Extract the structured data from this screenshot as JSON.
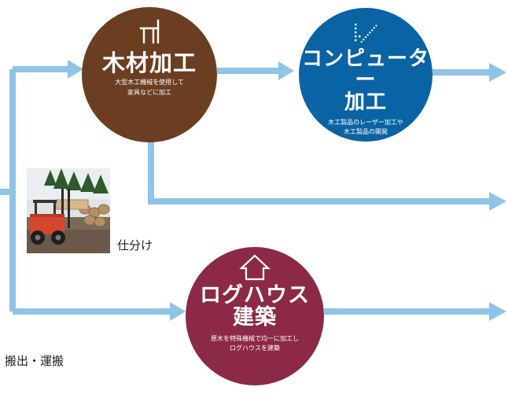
{
  "colors": {
    "arrow": "#8fc3e8",
    "wood": "#6b3e22",
    "computer": "#0a63a3",
    "loghouse": "#8c2a46"
  },
  "nodes": {
    "wood": {
      "icon": "chair-icon",
      "title": "木材加工",
      "desc": "大型木工機械を使用して\n家具などに加工"
    },
    "computer": {
      "icon": "laser-icon",
      "title": "コンピューター\n加工",
      "desc": "木工製品のレーザー加工や\n木工製品の開発"
    },
    "loghouse": {
      "icon": "house-icon",
      "title": "ログハウス\n建築",
      "desc": "原木を特殊機械で均一に加工し\nログハウスを建築"
    }
  },
  "photo": {
    "icon": "forklift-photo"
  },
  "labels": {
    "shiwake": "仕分け",
    "hanshutsu": "搬出・運搬"
  }
}
